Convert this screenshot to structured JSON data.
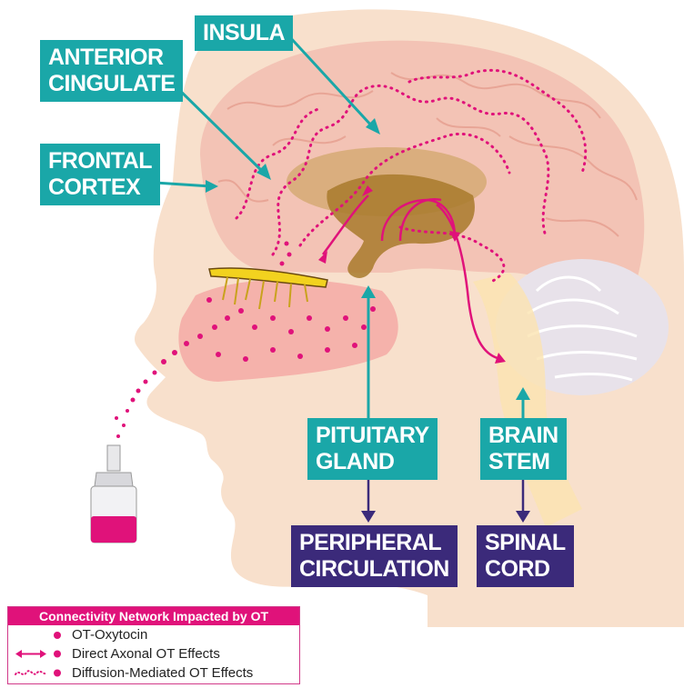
{
  "labels": {
    "insula": "INSULA",
    "anterior_cingulate": [
      "ANTERIOR",
      "CINGULATE"
    ],
    "frontal_cortex": [
      "FRONTAL",
      "CORTEX"
    ],
    "pituitary_gland": [
      "PITUITARY",
      "GLAND"
    ],
    "brain_stem": [
      "BRAIN",
      "STEM"
    ],
    "peripheral_circulation": [
      "PERIPHERAL",
      "CIRCULATION"
    ],
    "spinal_cord": [
      "SPINAL",
      "CORD"
    ]
  },
  "legend": {
    "title": "Connectivity Network Impacted by OT",
    "items": [
      {
        "symbol": "dot",
        "text": "OT-Oxytocin"
      },
      {
        "symbol": "double-arrow",
        "text": "Direct Axonal OT Effects"
      },
      {
        "symbol": "dotted-squiggle",
        "text": "Diffusion-Mediated OT Effects"
      }
    ]
  },
  "colors": {
    "label_teal": "#1aa7a8",
    "label_purple": "#3b2a7a",
    "oxytocin_magenta": "#e0127a",
    "head_skin": "#f8e0cc",
    "brain": "#f3bfb2",
    "limbic": "#b88a3a"
  }
}
